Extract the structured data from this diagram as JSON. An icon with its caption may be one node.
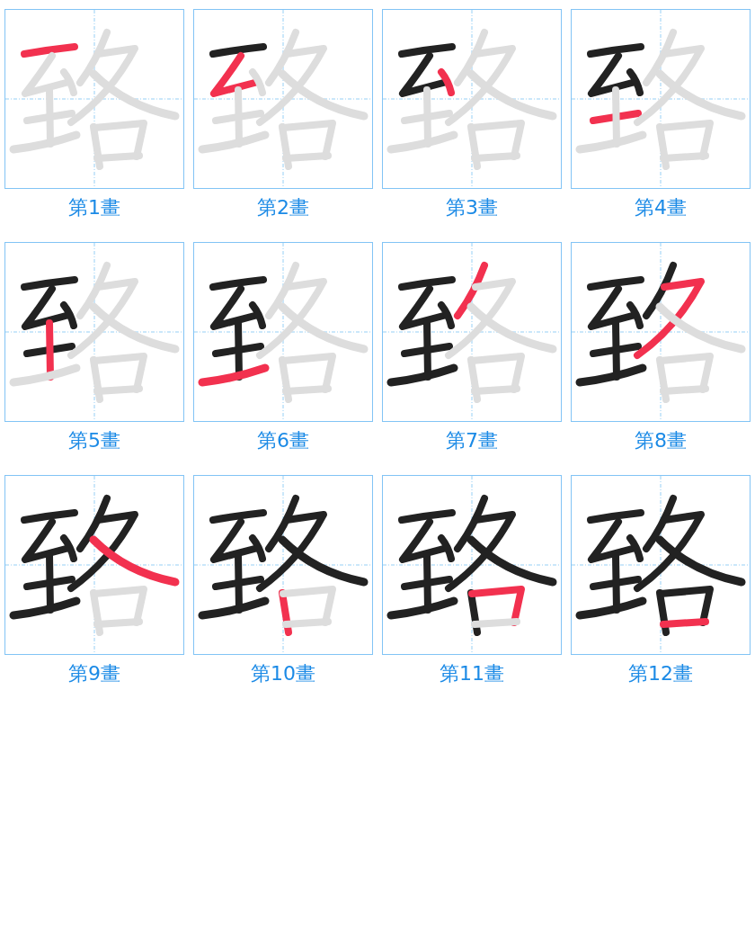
{
  "diagram": {
    "labels": [
      "第1畫",
      "第2畫",
      "第3畫",
      "第4畫",
      "第5畫",
      "第6畫",
      "第7畫",
      "第8畫",
      "第9畫",
      "第10畫",
      "第11畫",
      "第12畫"
    ]
  }
}
